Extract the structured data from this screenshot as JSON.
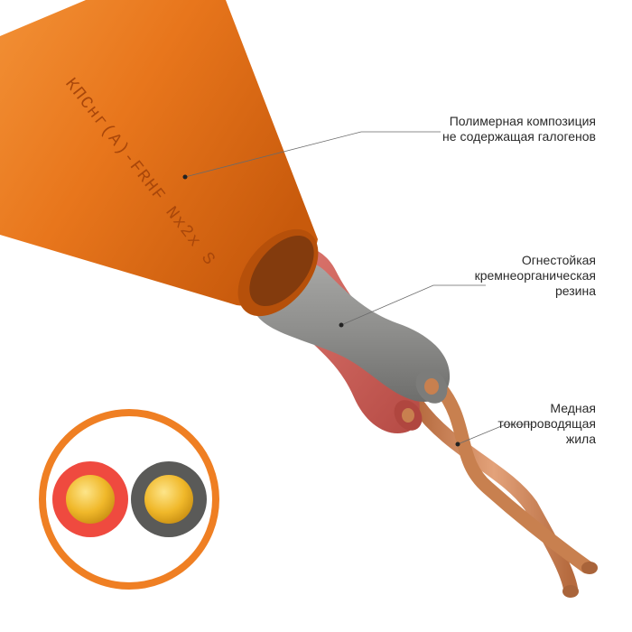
{
  "cable_marking": "КПСнг(А)-FRHF Nx2x S",
  "callouts": [
    {
      "lines": [
        "Полимерная композиция",
        "не содержащая галогенов"
      ]
    },
    {
      "lines": [
        "Огнестойкая",
        "кремнеорганическая",
        "резина"
      ]
    },
    {
      "lines": [
        "Медная",
        "токопроводящая",
        "жила"
      ]
    }
  ],
  "colors": {
    "sheath": "#e8761c",
    "sheath_dark": "#c85a0c",
    "insulation_red": "#d2655f",
    "insulation_gray": "#8e8e8c",
    "copper": "#cf8a5a",
    "cross_section_ring": "#ef7f23",
    "cross_section_red": "#ef4a3f",
    "cross_section_gray": "#5a5a58",
    "cross_section_gold": "#f0b82a"
  }
}
